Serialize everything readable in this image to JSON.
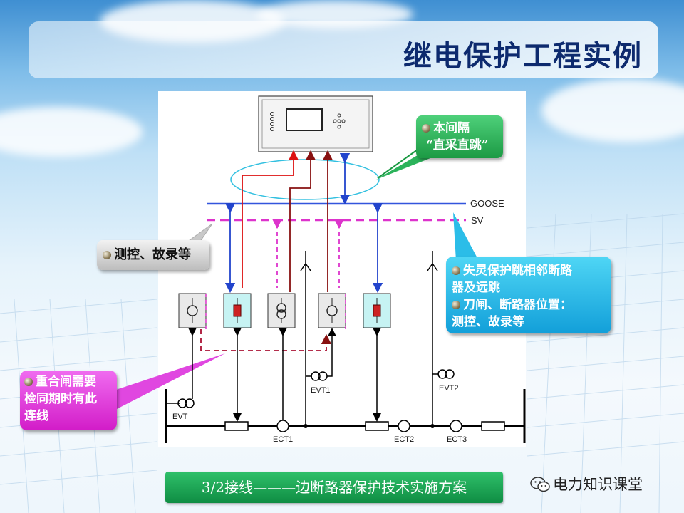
{
  "slide": {
    "title": "继电保护工程实例",
    "caption": "3/2接线———边断路器保护技术实施方案",
    "brand": "电力知识课堂"
  },
  "diagram": {
    "goose_label": "GOOSE",
    "sv_label": "SV",
    "labels": {
      "evt": "EVT",
      "evt1": "EVT1",
      "evt2": "EVT2",
      "ect1": "ECT1",
      "ect2": "ECT2",
      "ect3": "ECT3"
    }
  },
  "callouts": {
    "green": {
      "line1": "本间隔",
      "line2": "“直采直跳”"
    },
    "gray": {
      "text": "测控、故录等"
    },
    "cyan": {
      "line1": "失灵保护跳相邻断路",
      "line2": "器及远跳",
      "line3": "刀闸、断路器位置：",
      "line4": "测控、故录等"
    },
    "magenta": {
      "line1": "重合闸需要",
      "line2": "检同期时有此",
      "line3": "连线"
    }
  },
  "colors": {
    "goose_blue": "#3355dd",
    "sv_magenta": "#dd33cc",
    "trip_red": "#dd1111",
    "dark_red": "#881111",
    "dashed_dark_red": "#aa1133"
  }
}
